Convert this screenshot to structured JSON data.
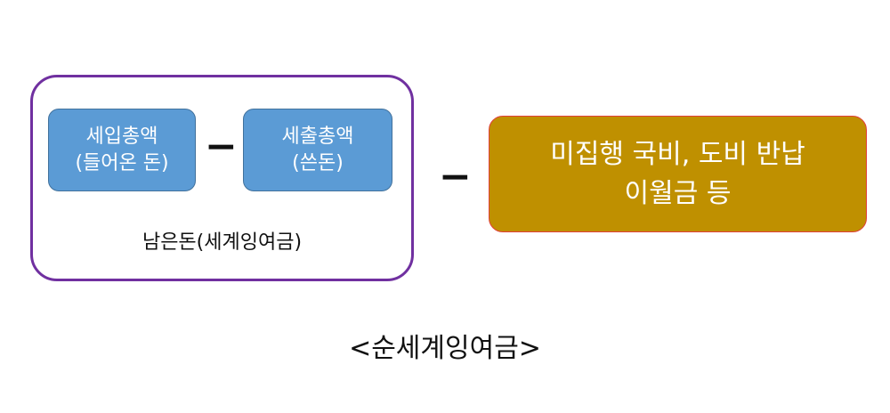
{
  "diagram": {
    "outer_group": {
      "border_color": "#7030a0",
      "label": "남은돈(세계잉여금)"
    },
    "income_box": {
      "line1": "세입총액",
      "line2": "(들어온 돈)",
      "fill": "#5b9bd5"
    },
    "expense_box": {
      "line1": "세출총액",
      "line2": "(쓴돈)",
      "fill": "#5b9bd5"
    },
    "operators": {
      "inner_minus": "−",
      "outer_minus": "−"
    },
    "deduction_box": {
      "line1": "미집행 국비, 도비 반납",
      "line2": "이월금 등",
      "fill": "#bf9000"
    },
    "caption": "<순세계잉여금>"
  }
}
